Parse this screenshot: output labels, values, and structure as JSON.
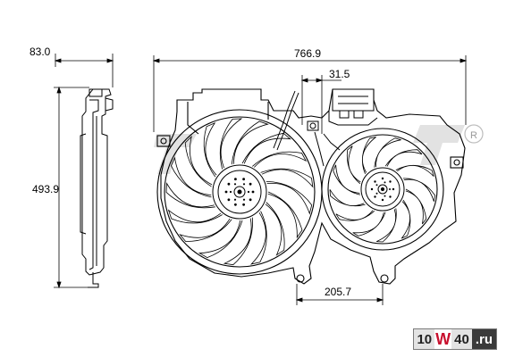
{
  "dimensions": {
    "depth": "83.0",
    "height": "493.9",
    "width": "766.9",
    "offset_top": "31.5",
    "offset_bottom": "205.7"
  },
  "mark": "R",
  "watermark": {
    "part1": "10",
    "part2": "W",
    "part3": "40",
    "part4": ".ru"
  },
  "colors": {
    "line": "#000000",
    "watermark_red": "#c8102e",
    "logo_gray": "#d8d8d8"
  }
}
